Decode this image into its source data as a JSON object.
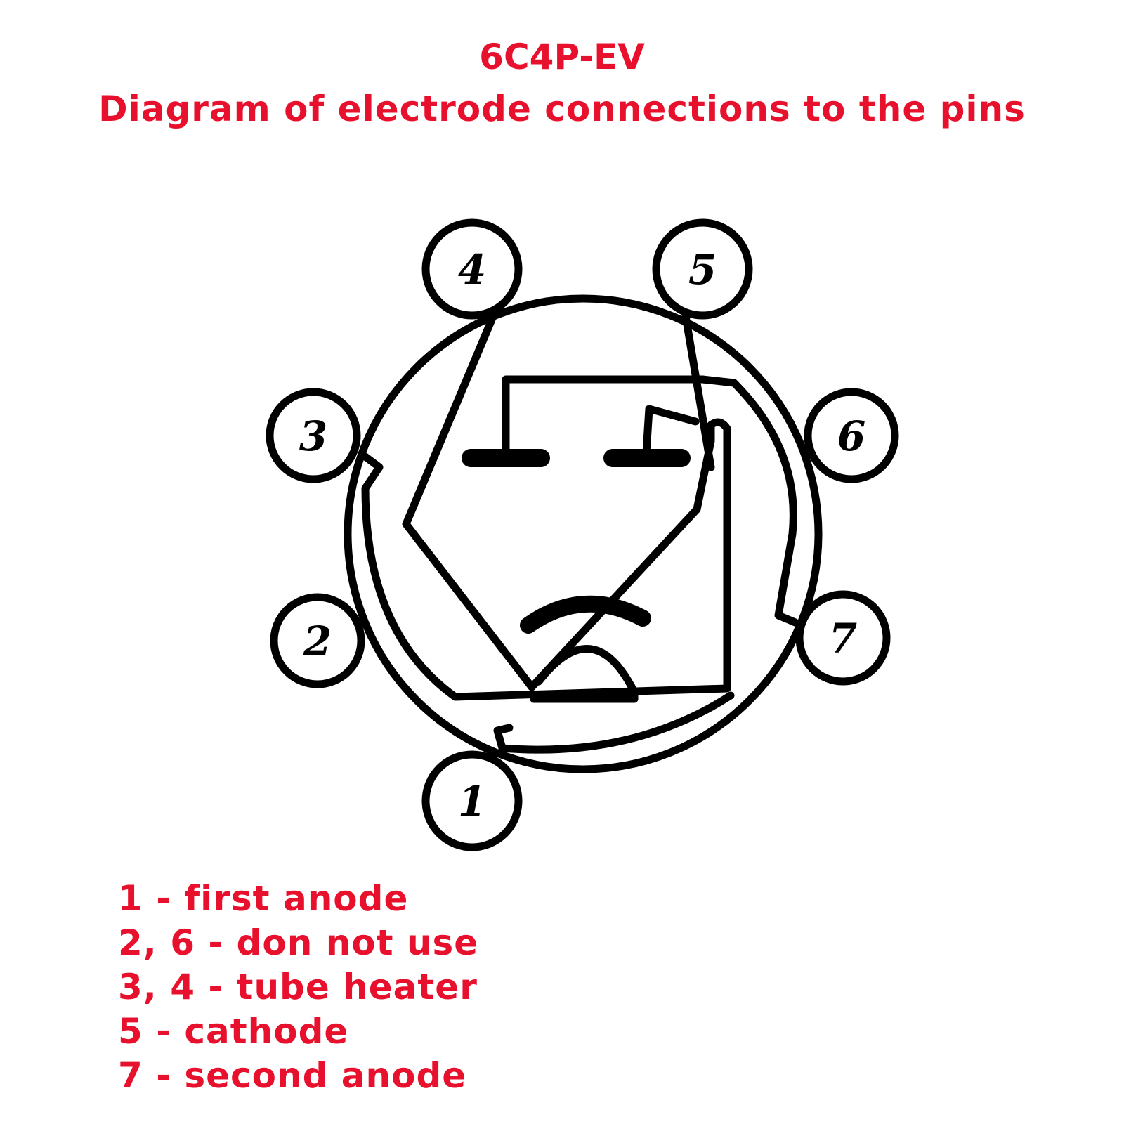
{
  "title": {
    "line1": "6C4P-EV",
    "line2": "Diagram of electrode connections to the pins"
  },
  "pins": [
    {
      "number": "1"
    },
    {
      "number": "2"
    },
    {
      "number": "3"
    },
    {
      "number": "4"
    },
    {
      "number": "5"
    },
    {
      "number": "6"
    },
    {
      "number": "7"
    }
  ],
  "legend": [
    "1 - first anode",
    "2, 6 - don not use",
    "3, 4 - tube heater",
    "5 - cathode",
    "7 - second anode"
  ],
  "colors": {
    "text": "#e8112d",
    "lines": "#000000"
  }
}
